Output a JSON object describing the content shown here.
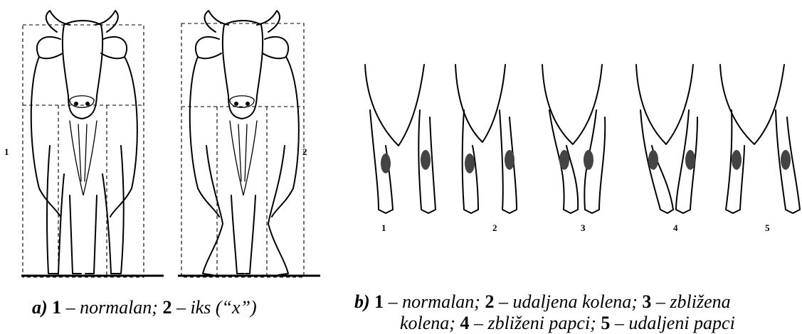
{
  "panel_a": {
    "figure_labels": [
      "1",
      "2"
    ],
    "caption": {
      "letter": "a)",
      "n1": "1",
      "t1": " – normalan; ",
      "n2": "2",
      "t2": " – iks (“x”)"
    }
  },
  "panel_b": {
    "figure_labels": [
      "1",
      "2",
      "3",
      "4",
      "5"
    ],
    "caption": {
      "letter": "b)",
      "n1": "1",
      "t1": " – normalan; ",
      "n2": "2",
      "t2": " – udaljena kolena; ",
      "n3": "3",
      "t3": " – zbližena",
      "line2_a": "kolena; ",
      "n4": "4",
      "t4": " – zbliženi papci; ",
      "n5": "5",
      "t5": " – udaljeni papci"
    }
  },
  "icons": [
    "cow-front-view-normal-icon",
    "cow-front-view-x-legged-icon",
    "cow-hind-legs-icon"
  ]
}
